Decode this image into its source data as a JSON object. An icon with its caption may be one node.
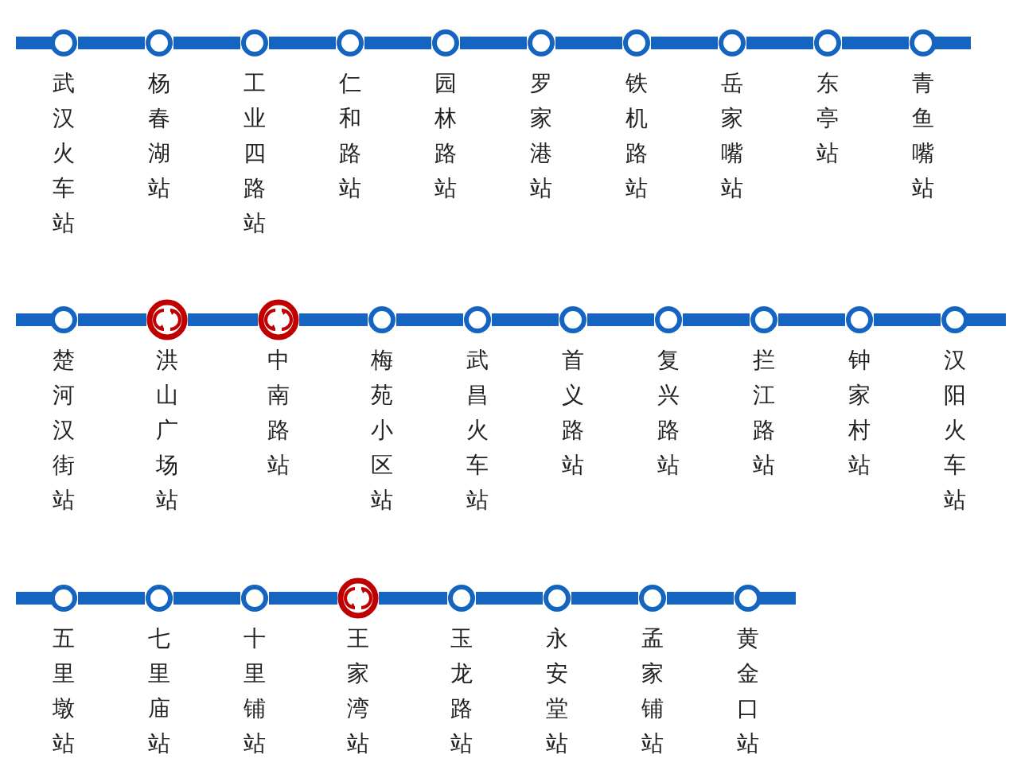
{
  "diagram": {
    "nodes": [
      {
        "text": [
          "武汉火车站"
        ]
      },
      {
        "text": [
          "杨春湖站"
        ]
      },
      {
        "text": [
          "工业四路站"
        ]
      },
      {
        "text": [
          "仁和路站"
        ]
      },
      {
        "text": [
          "园林路站"
        ]
      },
      {
        "text": [
          "罗家港站"
        ]
      },
      {
        "text": [
          "铁机路站"
        ]
      },
      {
        "text": [
          "岳家嘴站"
        ]
      },
      {
        "text": [
          "东亭站"
        ]
      },
      {
        "text": [
          "青鱼嘴站"
        ]
      },
      {
        "text": [
          "楚河汉街站"
        ]
      },
      {
        "text": [
          "洪山广场站"
        ]
      },
      {
        "text": [
          "中南路站"
        ]
      },
      {
        "text": [
          "梅苑小区站"
        ]
      },
      {
        "text": [
          "武昌火车站"
        ]
      },
      {
        "text": [
          "首义路站"
        ]
      },
      {
        "text": [
          "复兴路站"
        ]
      },
      {
        "text": [
          "拦江路站"
        ]
      },
      {
        "text": [
          "钟家村站"
        ]
      },
      {
        "text": [
          "汉阳火车站"
        ]
      },
      {
        "text": [
          "五里墩站"
        ]
      },
      {
        "text": [
          "七里庙站"
        ]
      },
      {
        "text": [
          "十里铺站"
        ]
      },
      {
        "text": [
          "王家湾站"
        ]
      },
      {
        "text": [
          "玉龙路站"
        ]
      },
      {
        "text": [
          "永安堂站"
        ]
      },
      {
        "text": [
          "孟家铺站"
        ]
      },
      {
        "text": [
          "黄金口站"
        ]
      }
    ],
    "edges": [
      {
        "from": 0,
        "to": 1,
        "arrow": "none"
      },
      {
        "from": 1,
        "to": 2,
        "arrow": "none"
      },
      {
        "from": 2,
        "to": 3,
        "arrow": "none"
      },
      {
        "from": 3,
        "to": 4,
        "arrow": "none"
      },
      {
        "from": 4,
        "to": 5,
        "arrow": "none"
      },
      {
        "from": 5,
        "to": 6,
        "arrow": "none"
      },
      {
        "from": 6,
        "to": 7,
        "arrow": "none"
      },
      {
        "from": 7,
        "to": 8,
        "arrow": "none"
      },
      {
        "from": 8,
        "to": 9,
        "arrow": "none"
      },
      {
        "from": 10,
        "to": 11,
        "arrow": "none"
      },
      {
        "from": 11,
        "to": 12,
        "arrow": "none"
      },
      {
        "from": 12,
        "to": 13,
        "arrow": "none"
      },
      {
        "from": 13,
        "to": 14,
        "arrow": "none"
      },
      {
        "from": 14,
        "to": 15,
        "arrow": "none"
      },
      {
        "from": 15,
        "to": 16,
        "arrow": "none"
      },
      {
        "from": 16,
        "to": 17,
        "arrow": "none"
      },
      {
        "from": 17,
        "to": 18,
        "arrow": "none"
      },
      {
        "from": 18,
        "to": 19,
        "arrow": "none"
      },
      {
        "from": 20,
        "to": 21,
        "arrow": "none"
      },
      {
        "from": 21,
        "to": 22,
        "arrow": "none"
      },
      {
        "from": 22,
        "to": 23,
        "arrow": "none"
      },
      {
        "from": 23,
        "to": 24,
        "arrow": "none"
      },
      {
        "from": 24,
        "to": 25,
        "arrow": "none"
      },
      {
        "from": 25,
        "to": 26,
        "arrow": "none"
      },
      {
        "from": 26,
        "to": 27,
        "arrow": "none"
      }
    ]
  }
}
